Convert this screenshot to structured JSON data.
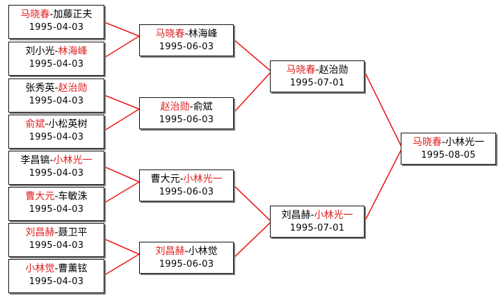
{
  "colors": {
    "winner": "#e02020",
    "line": "#ee1c1c",
    "text": "#000000"
  },
  "matches": [
    {
      "id": "r1m1",
      "p1": "马晓春",
      "p2": "加藤正夫",
      "winner": "p1",
      "date": "1995-04-03"
    },
    {
      "id": "r1m2",
      "p1": "刘小光",
      "p2": "林海峰",
      "winner": "p2",
      "date": "1995-04-03"
    },
    {
      "id": "r1m3",
      "p1": "张秀英",
      "p2": "赵治勋",
      "winner": "p2",
      "date": "1995-04-03"
    },
    {
      "id": "r1m4",
      "p1": "俞斌",
      "p2": "小松英树",
      "winner": "p1",
      "date": "1995-04-03"
    },
    {
      "id": "r1m5",
      "p1": "李昌镐",
      "p2": "小林光一",
      "winner": "p2",
      "date": "1995-04-03"
    },
    {
      "id": "r1m6",
      "p1": "曹大元",
      "p2": "车敏洙",
      "winner": "p1",
      "date": "1995-04-03"
    },
    {
      "id": "r1m7",
      "p1": "刘昌赫",
      "p2": "聂卫平",
      "winner": "p1",
      "date": "1995-04-03"
    },
    {
      "id": "r1m8",
      "p1": "小林觉",
      "p2": "曹薰铉",
      "winner": "p1",
      "date": "1995-04-03"
    },
    {
      "id": "r2m1",
      "p1": "马晓春",
      "p2": "林海峰",
      "winner": "p1",
      "date": "1995-06-03"
    },
    {
      "id": "r2m2",
      "p1": "赵治勋",
      "p2": "俞斌",
      "winner": "p1",
      "date": "1995-06-03"
    },
    {
      "id": "r2m3",
      "p1": "曹大元",
      "p2": "小林光一",
      "winner": "p2",
      "date": "1995-06-03"
    },
    {
      "id": "r2m4",
      "p1": "刘昌赫",
      "p2": "小林觉",
      "winner": "p1",
      "date": "1995-06-03"
    },
    {
      "id": "r3m1",
      "p1": "马晓春",
      "p2": "赵治勋",
      "winner": "p1",
      "date": "1995-07-01"
    },
    {
      "id": "r3m2",
      "p1": "刘昌赫",
      "p2": "小林光一",
      "winner": "p2",
      "date": "1995-07-01"
    },
    {
      "id": "final",
      "p1": "马晓春",
      "p2": "小林光一",
      "winner": "p1",
      "date": "1995-08-05"
    }
  ],
  "separator": "-"
}
